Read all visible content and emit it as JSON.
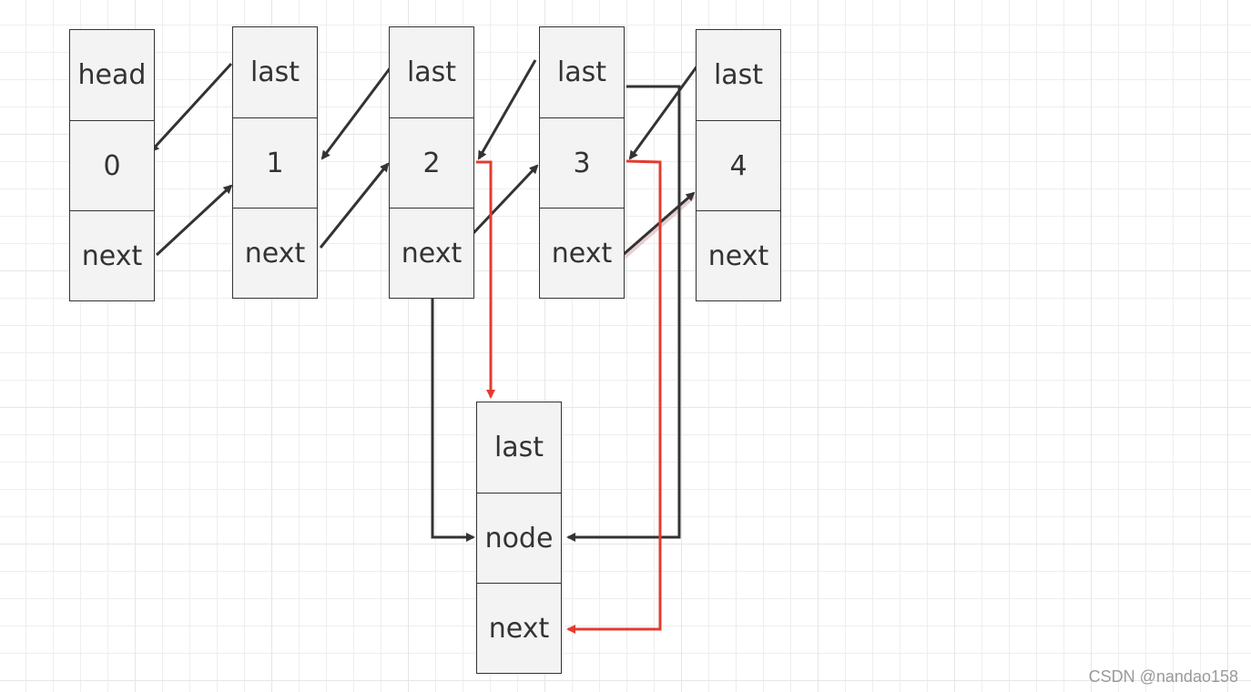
{
  "colors": {
    "line": "#333333",
    "highlight": "#e33b2f",
    "cell_fill": "#f3f3f3"
  },
  "nodes": [
    {
      "cells": [
        "head",
        "0",
        "next"
      ]
    },
    {
      "cells": [
        "last",
        "1",
        "next"
      ]
    },
    {
      "cells": [
        "last",
        "2",
        "next"
      ]
    },
    {
      "cells": [
        "last",
        "3",
        "next"
      ]
    },
    {
      "cells": [
        "last",
        "4",
        "next"
      ]
    },
    {
      "cells": [
        "last",
        "node",
        "next"
      ]
    }
  ],
  "watermark": "CSDN @nandao158"
}
